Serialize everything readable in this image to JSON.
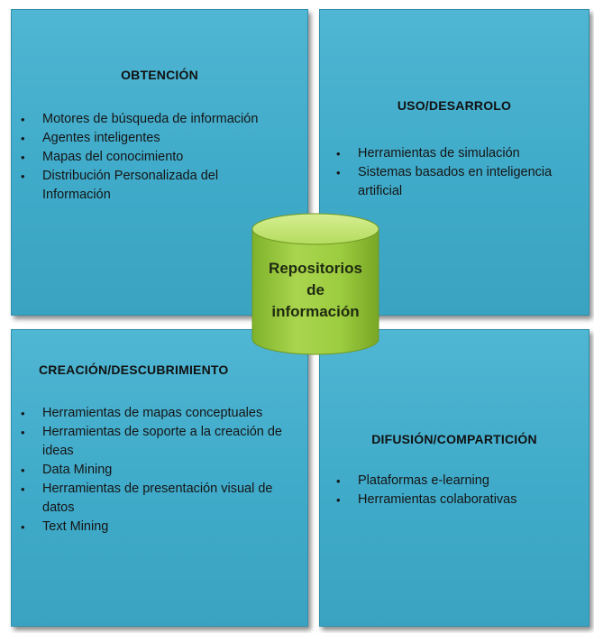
{
  "diagram": {
    "center": {
      "label_lines": [
        "Repositorios",
        "de",
        "información"
      ],
      "fill_color": "#9ccc3f",
      "top_color": "#c8e67a"
    },
    "quadrants": {
      "top_left": {
        "title": "OBTENCIÓN",
        "items": [
          "Motores de búsqueda de información",
          "Agentes inteligentes",
          "Mapas del conocimiento",
          "Distribución Personalizada del Información"
        ]
      },
      "top_right": {
        "title": "USO/DESARROLO",
        "items": [
          "Herramientas de simulación",
          "Sistemas basados en inteligencia artificial"
        ]
      },
      "bottom_left": {
        "title": "CREACIÓN/DESCUBRIMIENTO",
        "items": [
          "Herramientas de mapas conceptuales",
          "Herramientas de soporte a la creación de ideas",
          "Data Mining",
          "Herramientas de presentación visual de datos",
          "Text Mining"
        ]
      },
      "bottom_right": {
        "title": "DIFUSIÓN/COMPARTICIÓN",
        "items": [
          "Plataformas e-learning",
          "Herramientas colaborativas"
        ]
      }
    },
    "quadrant_color": "#43afcd"
  }
}
